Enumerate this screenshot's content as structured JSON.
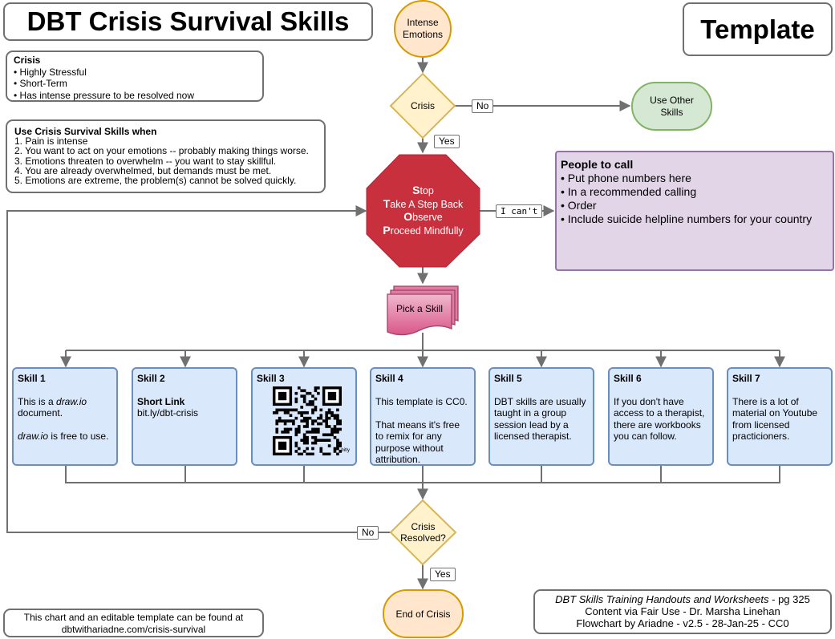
{
  "header": {
    "title": "DBT Crisis Survival Skills",
    "template_label": "Template"
  },
  "crisis_box": {
    "heading": "Crisis",
    "items": [
      "• Highly Stressful",
      "• Short-Term",
      "• Has intense pressure to be resolved now"
    ]
  },
  "use_box": {
    "heading": "Use Crisis Survival Skills when",
    "items": [
      "1. Pain is intense",
      "2. You want to act on your emotions -- probably making things worse.",
      "3. Emotions threaten to overwhelm -- you want to stay skillful.",
      "4. You are already overwhelmed, but demands must be met.",
      "5. Emotions are extreme, the problem(s) cannot be solved quickly."
    ]
  },
  "flow": {
    "start_line1": "Intense",
    "start_line2": "Emotions",
    "decision1": "Crisis",
    "no_label": "No",
    "yes_label": "Yes",
    "other_line1": "Use Other",
    "other_line2": "Skills",
    "stop": [
      {
        "first": "S",
        "rest": "top"
      },
      {
        "first": "T",
        "rest": "ake A Step Back"
      },
      {
        "first": "O",
        "rest": "bserve"
      },
      {
        "first": "P",
        "rest": "roceed Mindfully"
      }
    ],
    "cant_label": "I can't",
    "pick": "Pick a Skill",
    "decision2_line1": "Crisis",
    "decision2_line2": "Resolved?",
    "no2_label": "No",
    "yes2_label": "Yes",
    "end": "End of Crisis"
  },
  "people": {
    "heading": "People to call",
    "items": [
      "• Put phone numbers here",
      "• In a recommended calling",
      "• Order",
      "• Include suicide helpline numbers for your country"
    ]
  },
  "skills": {
    "s1": {
      "title": "Skill 1",
      "a_pre": "This is a ",
      "a_em": "draw.io",
      "a_post": " document.",
      "b_em": "draw.io",
      "b_post": " is free to use."
    },
    "s2": {
      "title": "Skill 2",
      "sub": "Short Link",
      "link": "bit.ly/dbt-crisis"
    },
    "s3": {
      "title": "Skill 3",
      "qr_tag": "bitly"
    },
    "s4": {
      "title": "Skill 4",
      "p1": "This template is CC0.",
      "p2": "That means it's free to remix for any purpose without attribution."
    },
    "s5": {
      "title": "Skill 5",
      "p1": "DBT skills are usually taught in a group session lead by a licensed therapist."
    },
    "s6": {
      "title": "Skill 6",
      "p1": "If you don't have access to a therapist, there are workbooks you can follow."
    },
    "s7": {
      "title": "Skill 7",
      "p1": "There is a lot of material on Youtube from licensed practicioners."
    }
  },
  "footer_left": {
    "line1": "This chart and an editable template can be found at",
    "line2": "dbtwithariadne.com/crisis-survival"
  },
  "footer_right": {
    "line1_em": "DBT Skills Training Handouts and Worksheets",
    "line1_post": " - pg 325",
    "line2": "Content via Fair Use - Dr. Marsha Linehan",
    "line3": "Flowchart by Ariadne - v2.5 - 28-Jan-25 - CC0"
  },
  "colors": {
    "stop_red": "#c9303d",
    "start_fill": "#ffe6cc",
    "start_stroke": "#d79b00",
    "diamond_fill": "#fff2cc",
    "diamond_stroke": "#d6b656",
    "other_fill": "#d5e8d4",
    "other_stroke": "#82b366",
    "skill_fill": "#dae8fc",
    "skill_stroke": "#6c8ebf",
    "people_fill": "#e1d5e7",
    "people_stroke": "#9673a6",
    "pick_fill": "#e07ca0",
    "connector": "#707070"
  }
}
